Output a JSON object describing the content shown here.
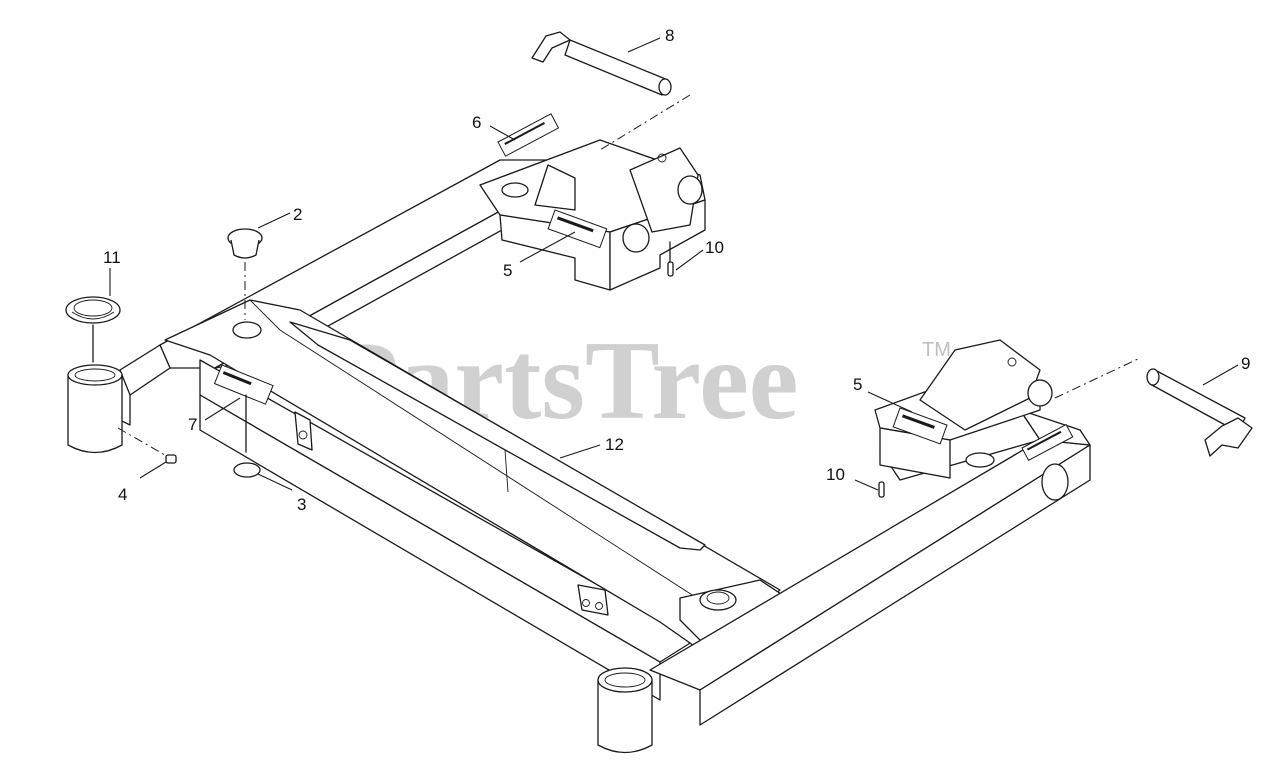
{
  "watermark": {
    "text": "PartsTree",
    "trademark": "TM"
  },
  "callouts": [
    {
      "id": "callout-8",
      "label": "8"
    },
    {
      "id": "callout-6",
      "label": "6"
    },
    {
      "id": "callout-2",
      "label": "2"
    },
    {
      "id": "callout-11",
      "label": "11"
    },
    {
      "id": "callout-10-rear",
      "label": "10"
    },
    {
      "id": "callout-5-rear",
      "label": "5"
    },
    {
      "id": "callout-9",
      "label": "9"
    },
    {
      "id": "callout-5-front",
      "label": "5"
    },
    {
      "id": "callout-7",
      "label": "7"
    },
    {
      "id": "callout-12",
      "label": "12"
    },
    {
      "id": "callout-10-front",
      "label": "10"
    },
    {
      "id": "callout-4",
      "label": "4"
    },
    {
      "id": "callout-3",
      "label": "3"
    }
  ]
}
